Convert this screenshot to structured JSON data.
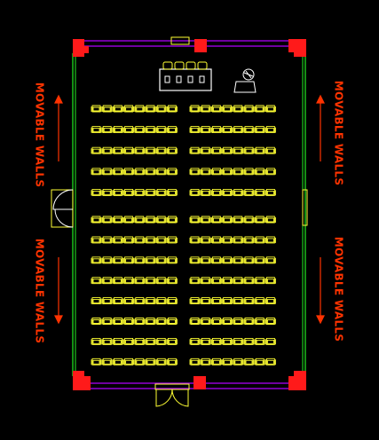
{
  "labels": {
    "left_top": "MOVABLE WALLS",
    "left_bottom": "MOVABLE WALLS",
    "right_top": "MOVABLE WALLS",
    "right_bottom": "MOVABLE WALLS"
  },
  "colors": {
    "background": "#000000",
    "columns": "#ff1a1a",
    "walls_horizontal": "#b000ff",
    "walls_vertical": "#22ee22",
    "furniture": "#ffff33",
    "table": "#ffffff",
    "labels": "#ff3300"
  },
  "seating": {
    "chairs_per_row_per_block": 8,
    "blocks": 2,
    "rows_upper": 5,
    "rows_lower": 8
  },
  "icons": {
    "lectern": "lectern-icon",
    "entry_door": "double-door-icon",
    "side_door": "double-door-icon",
    "arrows": "arrow-icon"
  }
}
